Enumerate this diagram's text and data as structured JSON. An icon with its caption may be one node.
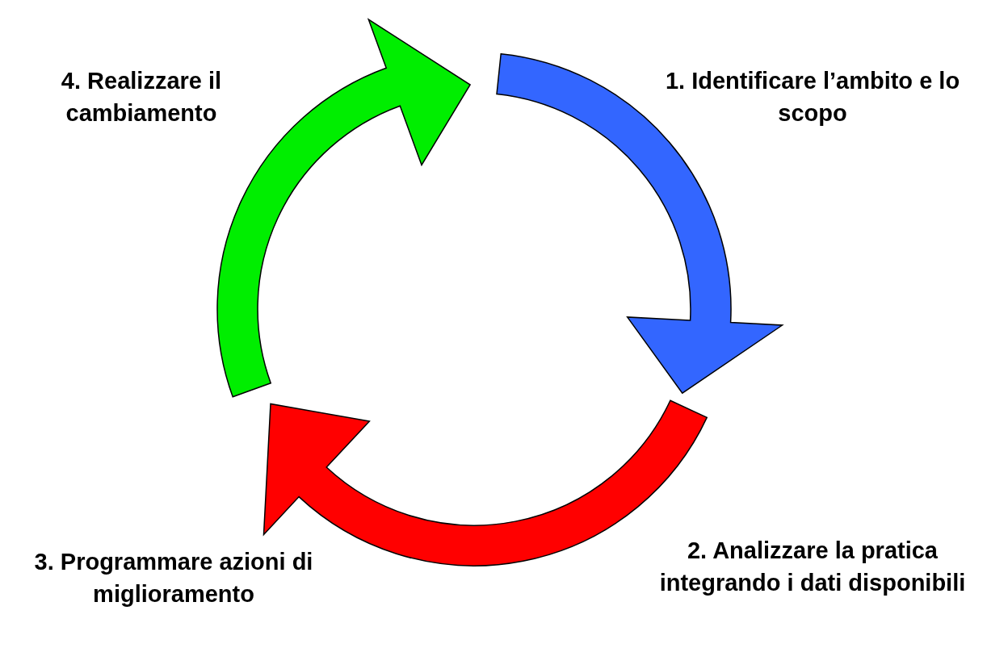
{
  "diagram": {
    "labels": [
      "1. Identificare l’ambito e lo scopo",
      "2. Analizzare la pratica integrando i dati disponibili",
      "3. Programmare azioni di miglioramento",
      "4. Realizzare il cambiamento"
    ]
  }
}
